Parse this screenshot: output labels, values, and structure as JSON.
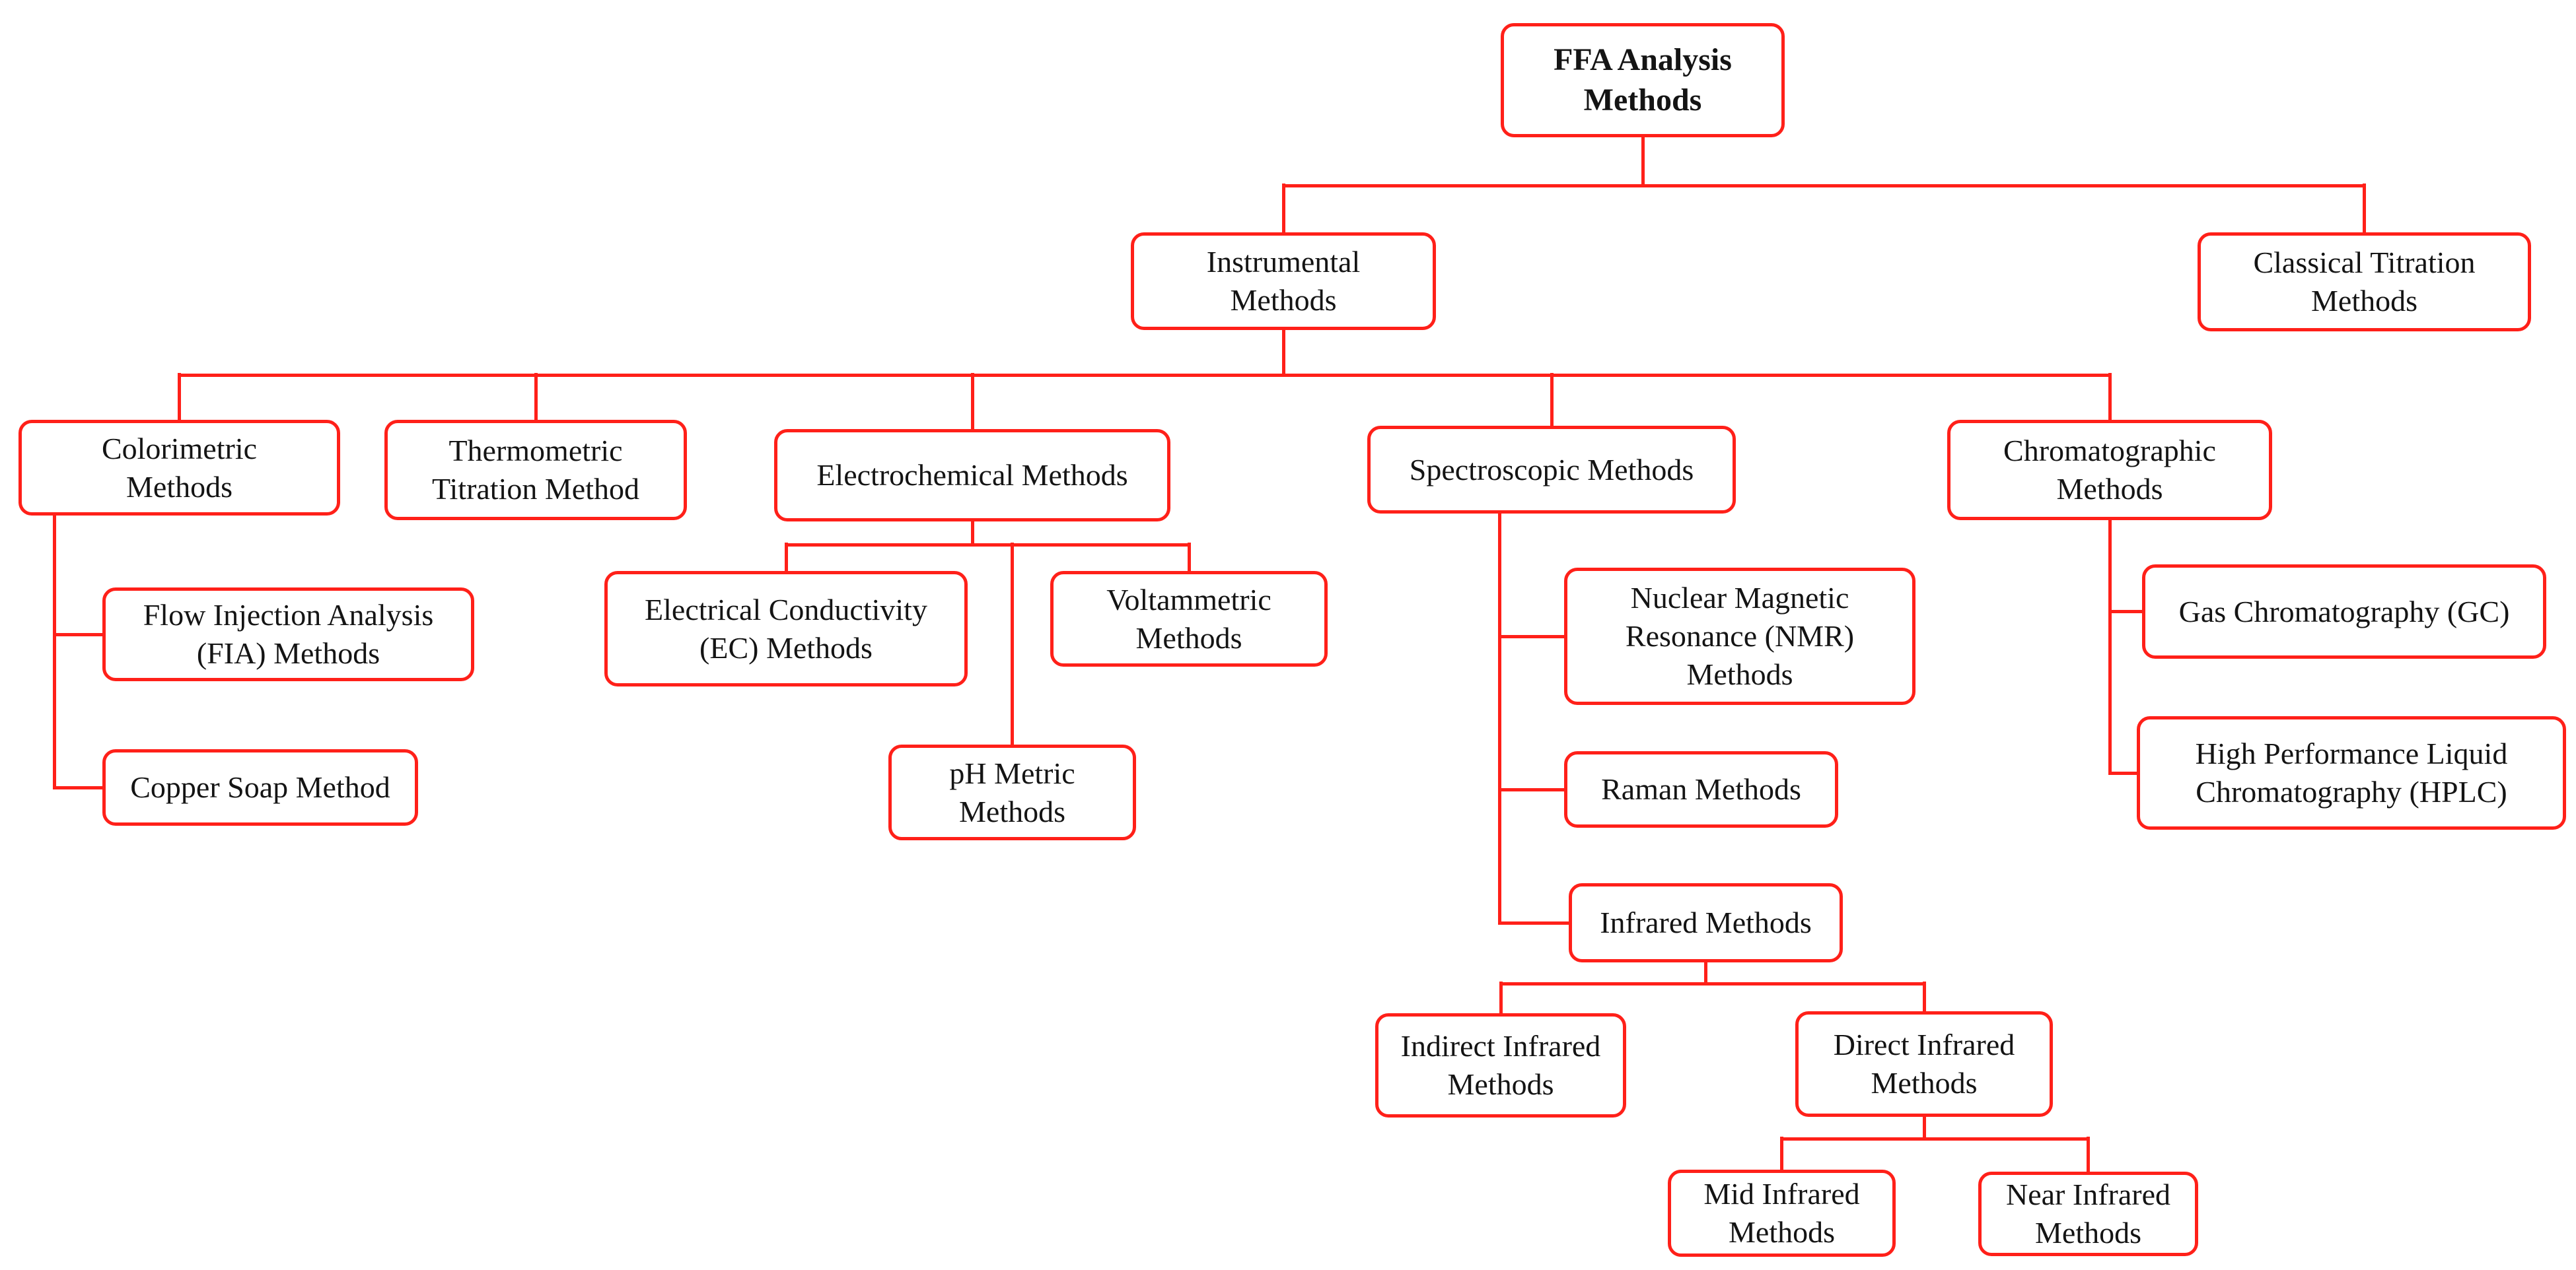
{
  "diagram": {
    "title": "FFA Analysis Methods",
    "line_color": "#ff2019",
    "text_color": "#141414",
    "background_color": "#ffffff",
    "nodes": {
      "ffa": {
        "label": "FFA Analysis Methods"
      },
      "instrumental": {
        "label": "Instrumental Methods"
      },
      "classical": {
        "label": "Classical Titration Methods"
      },
      "colorimetric": {
        "label": "Colorimetric Methods"
      },
      "thermometric": {
        "label": "Thermometric Titration Method"
      },
      "electrochemical": {
        "label": "Electrochemical Methods"
      },
      "spectroscopic": {
        "label": "Spectroscopic Methods"
      },
      "chromatographic": {
        "label": "Chromatographic Methods"
      },
      "fia": {
        "label": "Flow Injection Analysis (FIA) Methods"
      },
      "copper_soap": {
        "label": "Copper Soap Method"
      },
      "electrical_conductivity": {
        "label": "Electrical Conductivity (EC) Methods"
      },
      "voltammetric": {
        "label": "Voltammetric Methods"
      },
      "ph_metric": {
        "label": "pH Metric Methods"
      },
      "nmr": {
        "label": "Nuclear Magnetic Resonance (NMR) Methods"
      },
      "raman": {
        "label": "Raman Methods"
      },
      "infrared": {
        "label": "Infrared Methods"
      },
      "indirect_infrared": {
        "label": "Indirect Infrared Methods"
      },
      "direct_infrared": {
        "label": "Direct Infrared Methods"
      },
      "mid_infrared": {
        "label": "Mid Infrared Methods"
      },
      "near_infrared": {
        "label": "Near Infrared Methods"
      },
      "gas_chromatography": {
        "label": "Gas Chromatography (GC)"
      },
      "hplc": {
        "label": "High Performance Liquid Chromatography (HPLC)"
      }
    },
    "hierarchy": {
      "ffa": [
        "instrumental",
        "classical"
      ],
      "instrumental": [
        "colorimetric",
        "thermometric",
        "electrochemical",
        "spectroscopic",
        "chromatographic"
      ],
      "colorimetric": [
        "fia",
        "copper_soap"
      ],
      "electrochemical": [
        "electrical_conductivity",
        "voltammetric",
        "ph_metric"
      ],
      "spectroscopic": [
        "nmr",
        "raman",
        "infrared"
      ],
      "infrared": [
        "indirect_infrared",
        "direct_infrared"
      ],
      "direct_infrared": [
        "mid_infrared",
        "near_infrared"
      ],
      "chromatographic": [
        "gas_chromatography",
        "hplc"
      ]
    }
  }
}
